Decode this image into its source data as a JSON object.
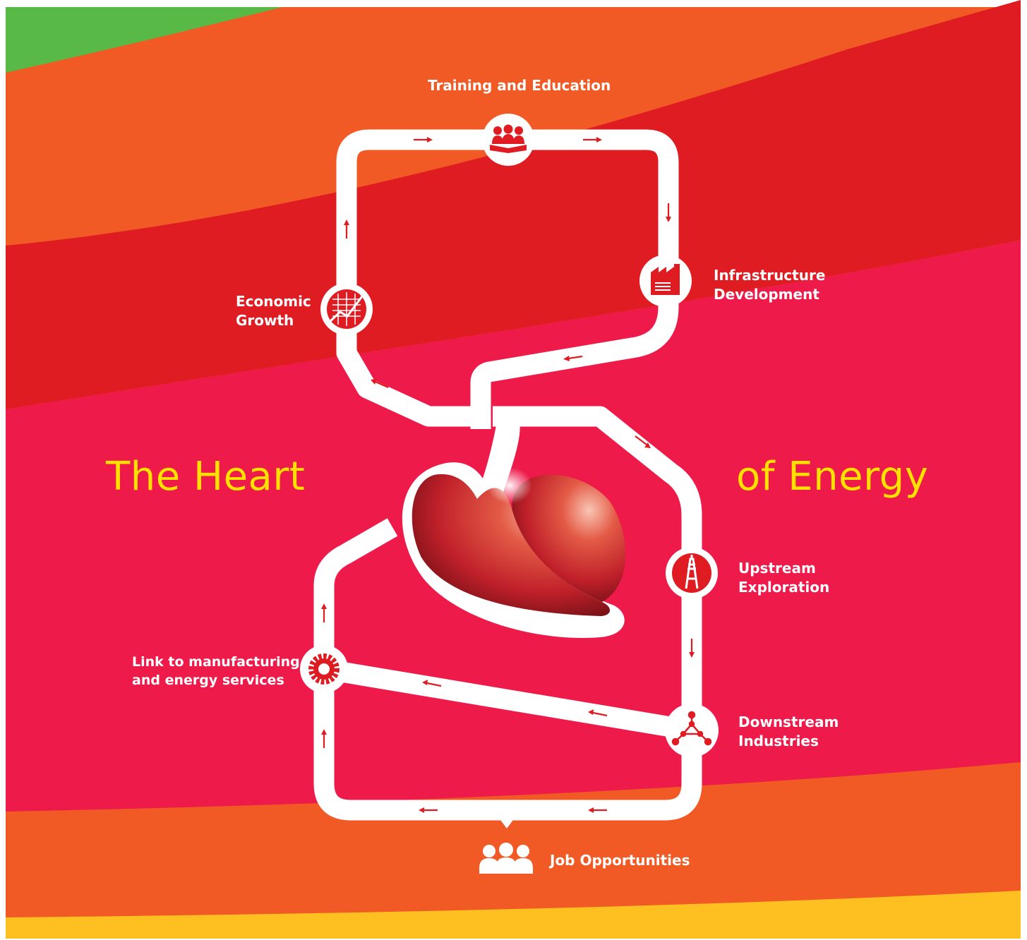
{
  "title": {
    "left": "The Heart",
    "right": "of Energy"
  },
  "nodes": {
    "training": {
      "label": "Training and Education",
      "icon": "people-reading-icon"
    },
    "infrastructure": {
      "line1": "Infrastructure",
      "line2": "Development",
      "icon": "factory-icon"
    },
    "economic": {
      "line1": "Economic",
      "line2": "Growth",
      "icon": "growth-chart-icon"
    },
    "upstream": {
      "line1": "Upstream",
      "line2": "Exploration",
      "icon": "oil-rig-icon"
    },
    "downstream": {
      "line1": "Downstream",
      "line2": "Industries",
      "icon": "molecule-icon"
    },
    "manufacturing": {
      "line1": "Link to manufacturing",
      "line2": "and energy services",
      "icon": "gear-icon"
    },
    "jobs": {
      "label": "Job Opportunities",
      "icon": "people-group-icon"
    }
  },
  "colors": {
    "orange": "#f15a24",
    "red": "#e01c23",
    "pink": "#ed1a4a",
    "green": "#59b947",
    "yellow": "#fdc020",
    "title": "#ffe100",
    "path": "#ffffff"
  }
}
